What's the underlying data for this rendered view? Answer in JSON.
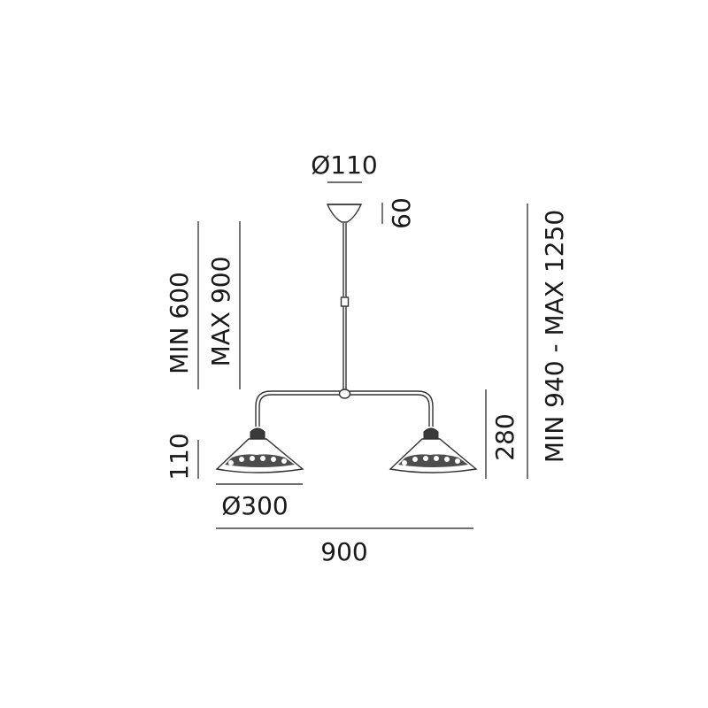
{
  "dimensions": {
    "canopy_diameter": "Ø110",
    "canopy_height": "60",
    "stem_length_min": "MIN 600",
    "stem_length_max": "MAX 900",
    "shade_height": "110",
    "shade_diameter": "Ø300",
    "overall_width": "900",
    "arm_drop": "280",
    "total_height": "MIN 940 - MAX 1250"
  },
  "colors": {
    "line": "#1a1a1a",
    "metal": "#333333",
    "lace": "#2e2e2e"
  }
}
